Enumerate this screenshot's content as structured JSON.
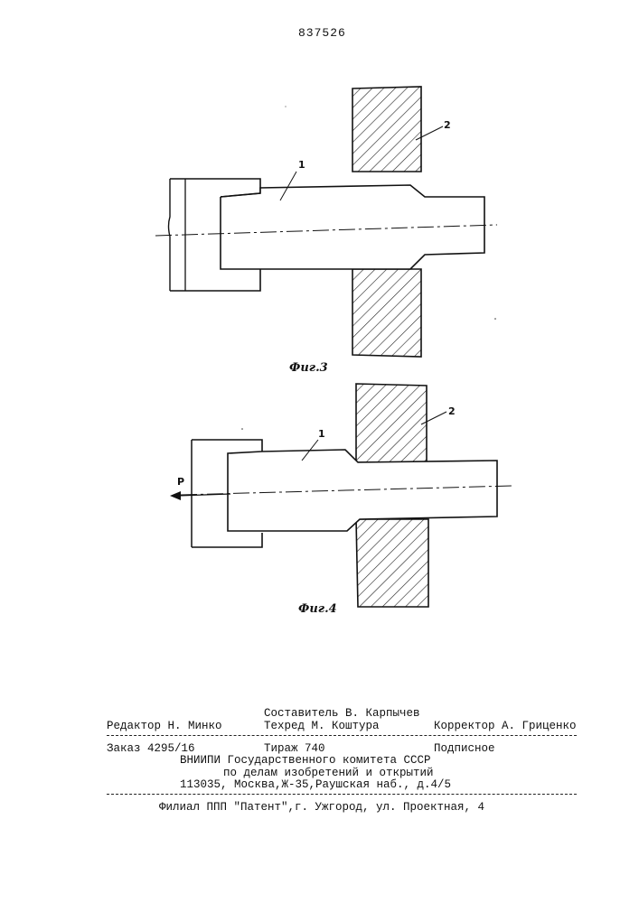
{
  "header": {
    "patent_number": "837526"
  },
  "figures": [
    {
      "caption": "Фиг.3",
      "part_labels": [
        "1",
        "2"
      ]
    },
    {
      "caption": "Фиг.4",
      "part_labels": [
        "1",
        "2"
      ],
      "force_label": "P"
    }
  ],
  "colophon": {
    "compiler": "Составитель В. Карпычев",
    "editor": "Редактор Н. Минко",
    "tech_editor": "Техред М. Коштура",
    "corrector": "Корректор А. Гриценко",
    "order": "Заказ 4295/16",
    "circulation": "Тираж 740",
    "subscription": "Подписное",
    "institute": "ВНИИПИ Государственного комитета СССР",
    "institute_line2": "по делам изобретений и открытий",
    "address": "113035, Москва,Ж-35,Раушская наб., д.4/5",
    "branch": "Филиал ППП \"Патент\",г. Ужгород, ул. Проектная, 4"
  }
}
